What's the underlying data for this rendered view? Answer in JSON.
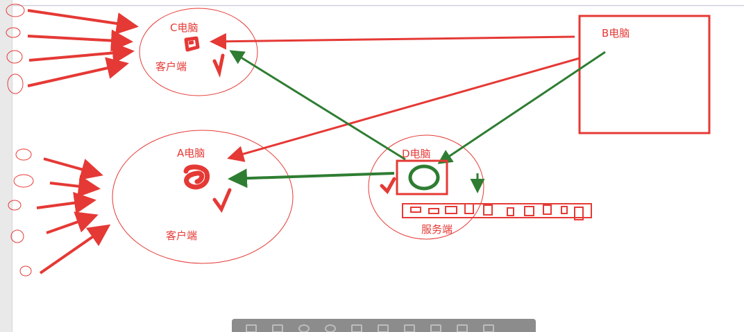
{
  "nodes": {
    "c": {
      "name": "C电脑",
      "role": "客户端"
    },
    "a": {
      "name": "A电脑",
      "role": "客户端"
    },
    "b": {
      "name": "B电脑"
    },
    "d": {
      "name": "D电脑",
      "role": "服务端"
    }
  },
  "colors": {
    "red": "#e53935",
    "green": "#2e7d32",
    "gutter": "#e9e9ea",
    "toolbar": "#8c8c8c"
  },
  "toolbar": {
    "icons": [
      "pen-icon",
      "rectangle-icon",
      "circle-icon",
      "zoom-icon",
      "arrow-icon",
      "save-icon",
      "grid-icon",
      "layout-icon",
      "undo-icon",
      "pin-icon"
    ]
  }
}
